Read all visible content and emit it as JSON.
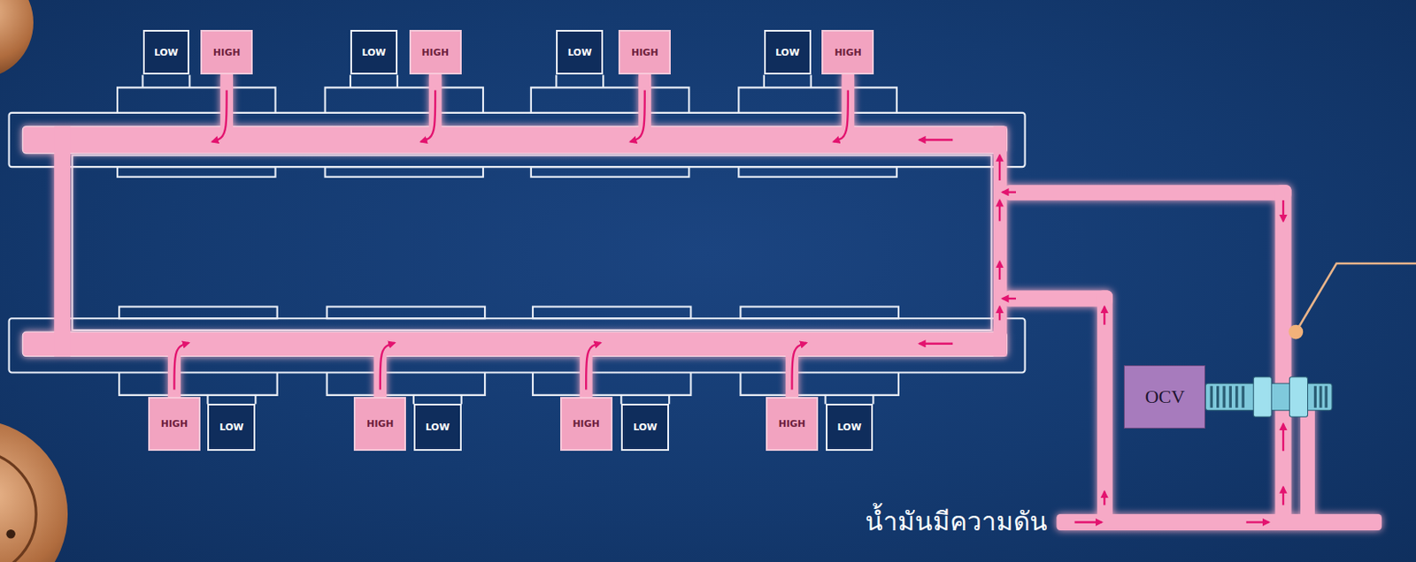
{
  "diagram": {
    "nodes": [
      {
        "text": [
          "LOW"
        ]
      },
      {
        "text": [
          "HIGH"
        ]
      },
      {
        "text": [
          "LOW"
        ]
      },
      {
        "text": [
          "HIGH"
        ]
      },
      {
        "text": [
          "LOW"
        ]
      },
      {
        "text": [
          "HIGH"
        ]
      },
      {
        "text": [
          "LOW"
        ]
      },
      {
        "text": [
          "HIGH"
        ]
      },
      {
        "text": [
          "HIGH"
        ]
      },
      {
        "text": [
          "LOW"
        ]
      },
      {
        "text": [
          "HIGH"
        ]
      },
      {
        "text": [
          "LOW"
        ]
      },
      {
        "text": [
          "HIGH"
        ]
      },
      {
        "text": [
          "LOW"
        ]
      },
      {
        "text": [
          "HIGH"
        ]
      },
      {
        "text": [
          "LOW"
        ]
      },
      {
        "text": [
          "OCV"
        ]
      }
    ],
    "labels": [
      "น้ำมันมีความดัน"
    ]
  }
}
